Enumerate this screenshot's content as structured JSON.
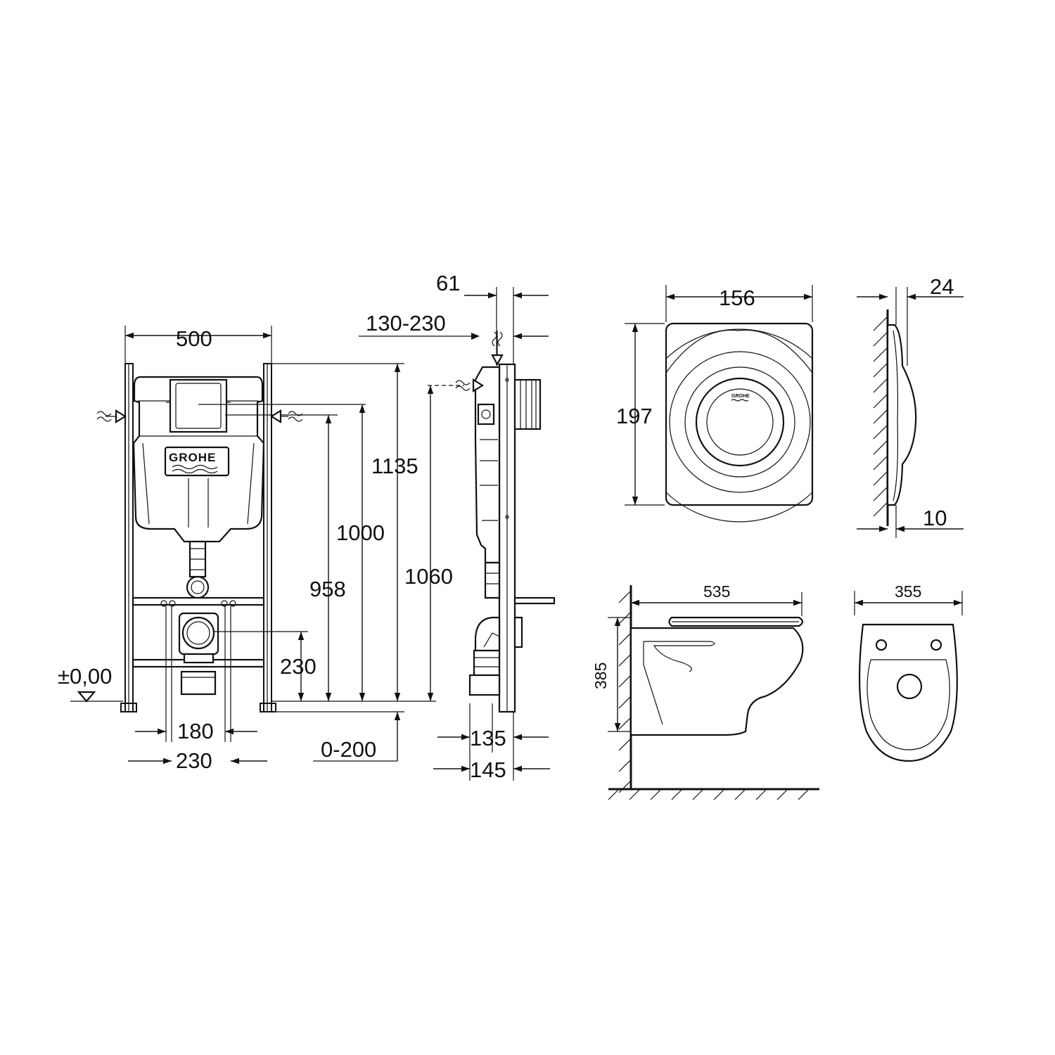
{
  "front_view": {
    "logo": "GROHE",
    "width": "500",
    "zero_level": "±0,00",
    "height_1135": "1135",
    "height_1000": "1000",
    "height_958": "958",
    "height_230": "230",
    "width_180": "180",
    "width_230": "230",
    "range_0_200": "0-200"
  },
  "side_view": {
    "depth_61": "61",
    "range_130_230": "130-230",
    "height_1060": "1060",
    "depth_135": "135",
    "depth_145": "145"
  },
  "flush_plate": {
    "logo": "GROHE",
    "width": "156",
    "height": "197",
    "depth_24": "24",
    "depth_10": "10"
  },
  "toilet": {
    "length": "535",
    "height": "385",
    "width": "355"
  },
  "colors": {
    "line": "#111111",
    "background": "#ffffff"
  }
}
